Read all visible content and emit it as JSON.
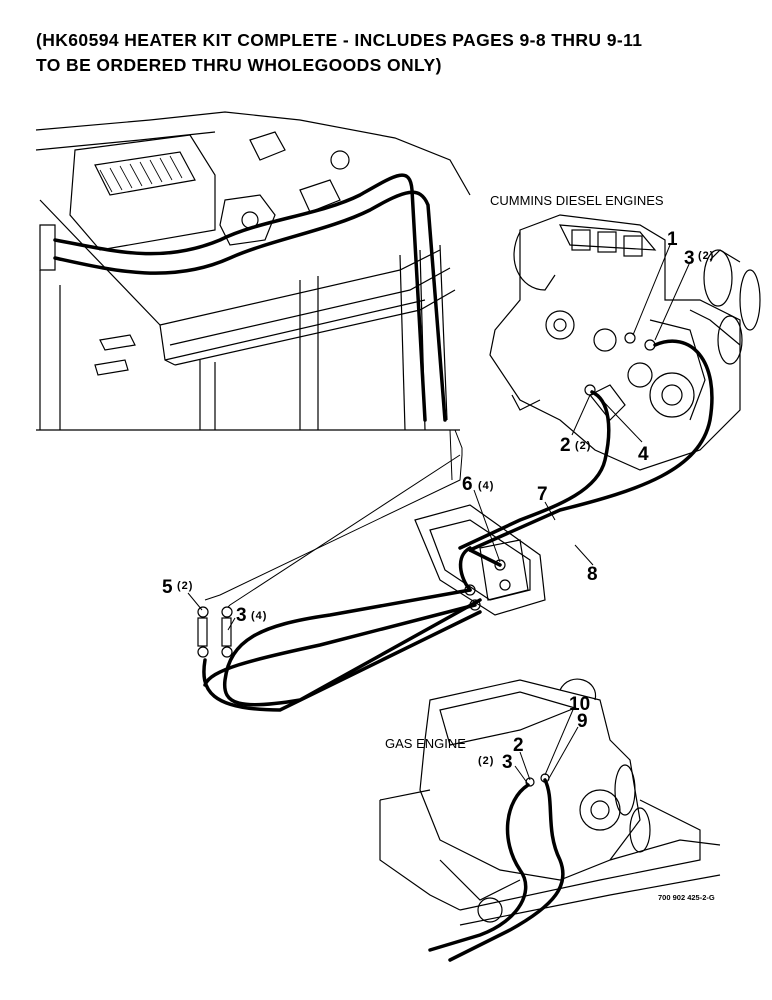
{
  "header": {
    "line1": "(HK60594 HEATER KIT COMPLETE - INCLUDES PAGES 9-8 THRU 9-11",
    "line2": "TO BE ORDERED THRU WHOLEGOODS ONLY)"
  },
  "captions": {
    "cummins": "CUMMINS DIESEL ENGINES",
    "gas": "GAS ENGINE"
  },
  "callouts": {
    "c1": "1",
    "c3_cummins": "3",
    "c3_cummins_qty": "(2)",
    "c2_cummins": "2",
    "c2_cummins_qty": "(2)",
    "c4": "4",
    "c6": "6",
    "c6_qty": "(4)",
    "c7": "7",
    "c8": "8",
    "c5": "5",
    "c5_qty": "(2)",
    "c3_cab": "3",
    "c3_cab_qty": "(4)",
    "c10": "10",
    "c9": "9",
    "c2_gas": "2",
    "c3_gas": "3",
    "c23_gas_qty": "(2)"
  },
  "figure_ref": "700 902 425-2-G"
}
